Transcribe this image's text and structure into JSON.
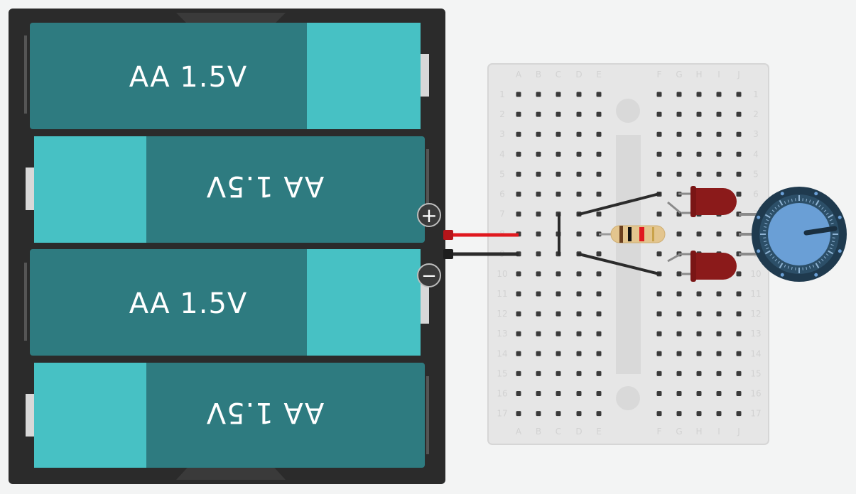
{
  "battery_pack": {
    "cells": [
      {
        "label": "AA 1.5V",
        "flipped": false
      },
      {
        "label": "AA 1.5V",
        "flipped": true
      },
      {
        "label": "AA 1.5V",
        "flipped": false
      },
      {
        "label": "AA 1.5V",
        "flipped": true
      }
    ],
    "plus_symbol": "+",
    "minus_symbol": "−"
  },
  "breadboard": {
    "columns_left": [
      "A",
      "B",
      "C",
      "D",
      "E"
    ],
    "columns_right": [
      "F",
      "G",
      "H",
      "I",
      "J"
    ],
    "rows": 17
  },
  "components": {
    "resistor_icon": "resistor-icon",
    "led_color": "#8b1a1a",
    "led_count": 2,
    "potentiometer_icon": "potentiometer-icon"
  },
  "colors": {
    "cell_dark": "#2e7b80",
    "cell_light": "#47c1c4",
    "holder": "#2b2b2b",
    "wire_red": "#e0191f",
    "wire_black": "#2b2b2b",
    "board": "#e6e6e6",
    "knob": "#6a9fd6"
  }
}
